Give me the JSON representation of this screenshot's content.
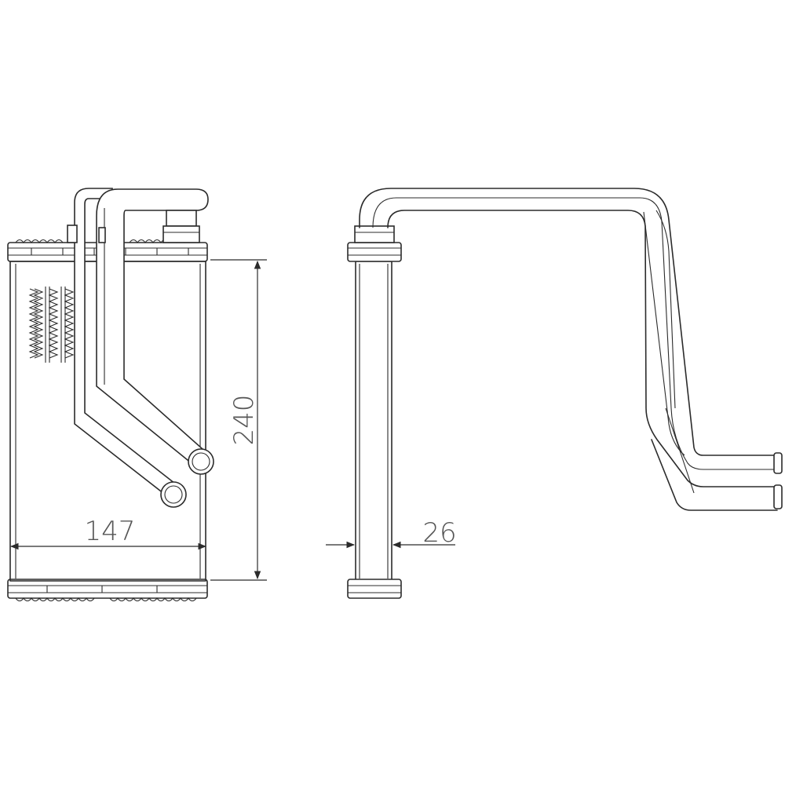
{
  "drawing": {
    "dimensions": {
      "width_front": "147",
      "height": "240",
      "depth_side": "26"
    }
  }
}
